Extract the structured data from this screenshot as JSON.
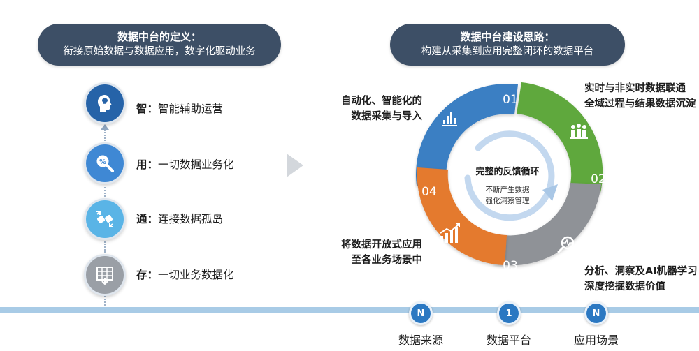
{
  "left_header": {
    "title": "数据中台的定义：",
    "subtitle": "衔接原始数据与数据应用，数字化驱动业务"
  },
  "right_header": {
    "title": "数据中台建设思路：",
    "subtitle": "构建从采集到应用完整闭环的数据平台"
  },
  "levels": [
    {
      "key": "智：",
      "text": "智能辅助运营",
      "icon": "brain-head-icon",
      "color": "#2663a8"
    },
    {
      "key": "用：",
      "text": "一切数据业务化",
      "icon": "magnify-percent-icon",
      "color": "#3f88d4"
    },
    {
      "key": "通：",
      "text": "连接数据孤岛",
      "icon": "connect-plug-icon",
      "color": "#5ab4e6"
    },
    {
      "key": "存：",
      "text": "一切业务数据化",
      "icon": "spreadsheet-download-icon",
      "color": "#9a9fa6"
    }
  ],
  "cycle": {
    "center_title": "完整的反馈循环",
    "center_line1": "不断产生数据",
    "center_line2": "强化洞察管理",
    "segments": [
      {
        "num": "01",
        "color": "#3b7fc3",
        "icon": "bar-chart-icon",
        "label_line1": "自动化、智能化的",
        "label_line2": "数据采集与导入"
      },
      {
        "num": "02",
        "color": "#5fa83d",
        "icon": "people-network-icon",
        "label_line1": "实时与非实时数据联通",
        "label_line2": "全域过程与结果数据沉淀"
      },
      {
        "num": "03",
        "color": "#8f9297",
        "icon": "magnify-pulse-icon",
        "label_line1": "分析、洞察及AI机器学习",
        "label_line2": "深度挖掘数据价值"
      },
      {
        "num": "04",
        "color": "#e47a2e",
        "icon": "trend-up-icon",
        "label_line1": "将数据开放式应用",
        "label_line2": "至各业务场景中"
      }
    ]
  },
  "timeline": [
    {
      "symbol": "N",
      "label": "数据来源"
    },
    {
      "symbol": "1",
      "label": "数据平台"
    },
    {
      "symbol": "N",
      "label": "应用场景"
    }
  ]
}
